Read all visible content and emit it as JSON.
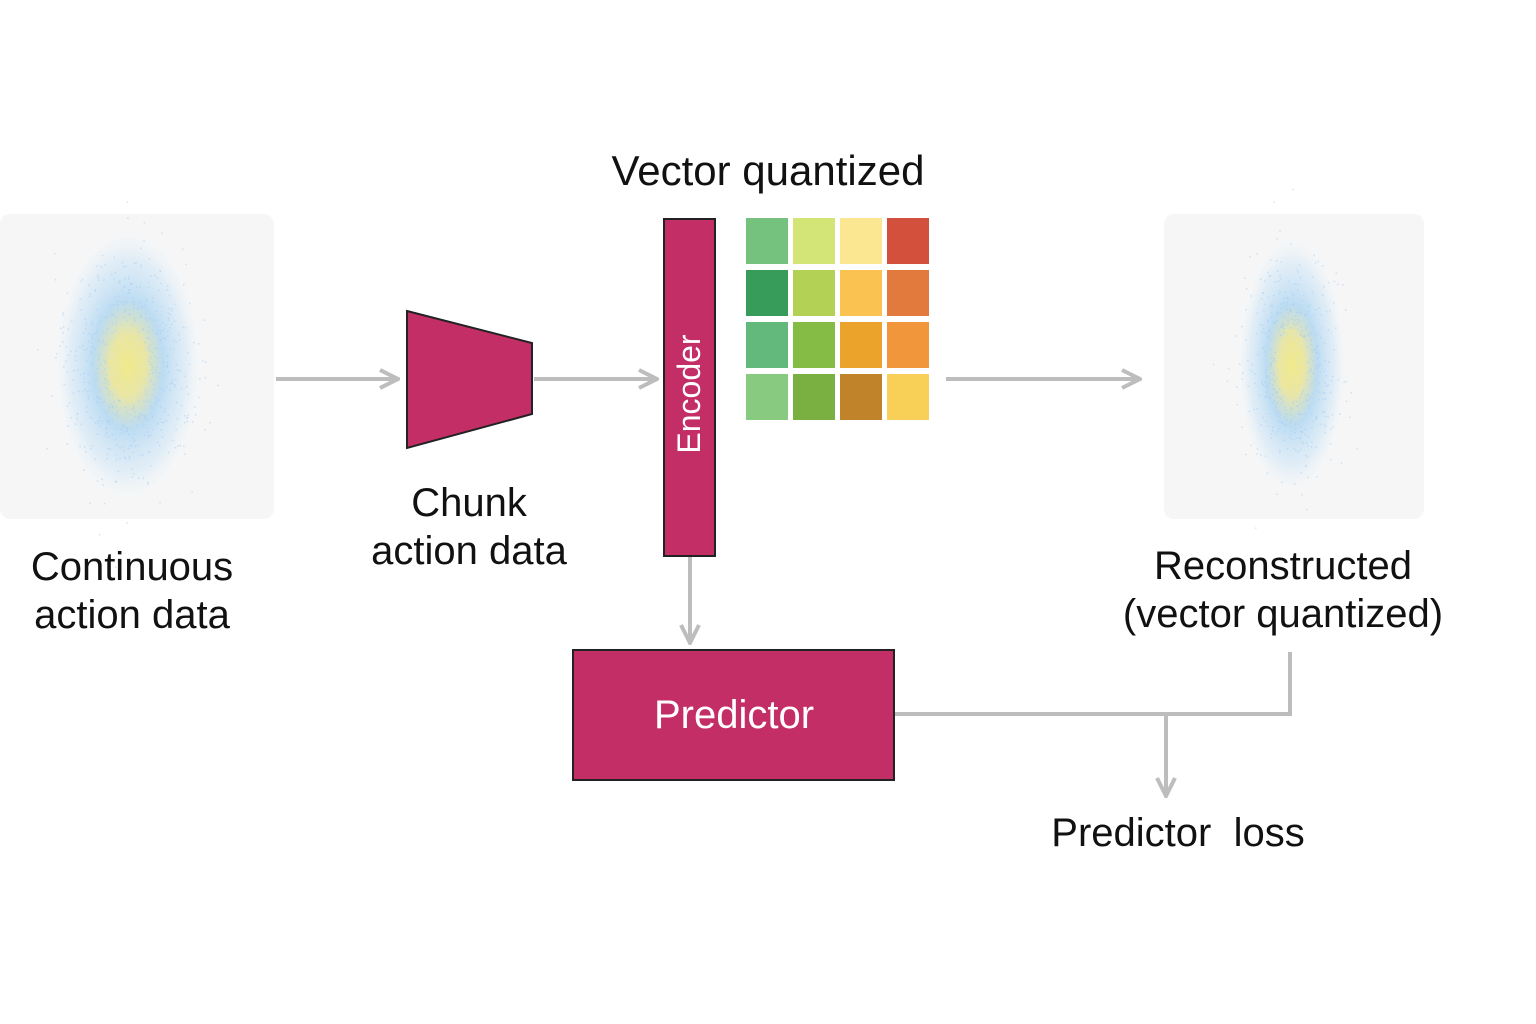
{
  "colors": {
    "accent": "#c42e66",
    "arrow": "#bdbdbd",
    "panel_bg": "#f6f6f6",
    "scatter_outer": "#9fcdf3",
    "scatter_core": "#f2e88c",
    "grid": [
      [
        "#74c27d",
        "#d3e577",
        "#fbe791",
        "#d2503c"
      ],
      [
        "#379b59",
        "#b3d154",
        "#f9c251",
        "#e27a3e"
      ],
      [
        "#63b87b",
        "#84bc45",
        "#eba32b",
        "#f1963b"
      ],
      [
        "#88cb80",
        "#7ab042",
        "#c1832a",
        "#f8d057"
      ]
    ]
  },
  "labels": {
    "continuous_line1": "Continuous",
    "continuous_line2": "action data",
    "chunk_line1": "Chunk",
    "chunk_line2": "action data",
    "vector_quantized": "Vector quantized",
    "encoder": "Encoder",
    "predictor": "Predictor",
    "reconstructed_line1": "Reconstructed",
    "reconstructed_line2": "(vector quantized)",
    "predictor_loss": "Predictor  loss"
  },
  "icons": {
    "continuous_panel": "gaussian-scatter-icon",
    "reconstructed_panel": "gaussian-scatter-icon",
    "chunk_shape": "trapezoid-icon",
    "codebook": "color-grid-icon"
  }
}
